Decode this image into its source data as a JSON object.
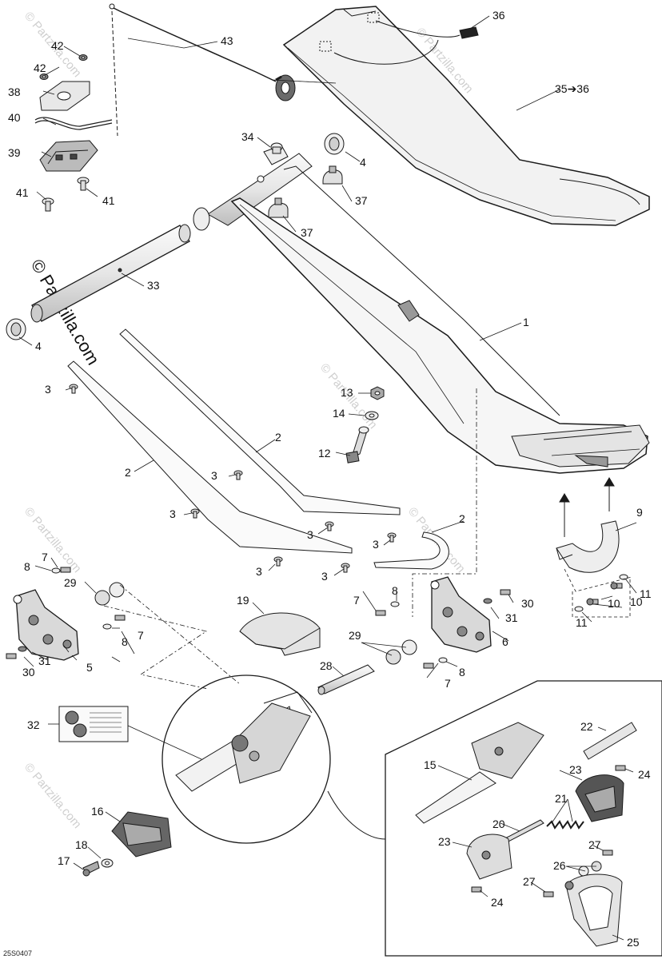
{
  "watermark": {
    "text": "© Partzilla.com",
    "color": "#cccccc"
  },
  "diagram_code": "25S0407",
  "callouts": [
    "1",
    "2",
    "3",
    "4",
    "5",
    "6",
    "7",
    "8",
    "9",
    "10",
    "11",
    "12",
    "13",
    "14",
    "15",
    "16",
    "17",
    "18",
    "19",
    "20",
    "21",
    "22",
    "23",
    "24",
    "25",
    "26",
    "27",
    "28",
    "29",
    "30",
    "31",
    "32",
    "33",
    "34",
    "35➔36",
    "36",
    "37",
    "38",
    "39",
    "40",
    "41",
    "42",
    "43"
  ],
  "colors": {
    "line": "#1a1a1a",
    "fill_light": "#f2f2f2",
    "fill_mid": "#dcdcdc",
    "fill_dark": "#555555"
  }
}
